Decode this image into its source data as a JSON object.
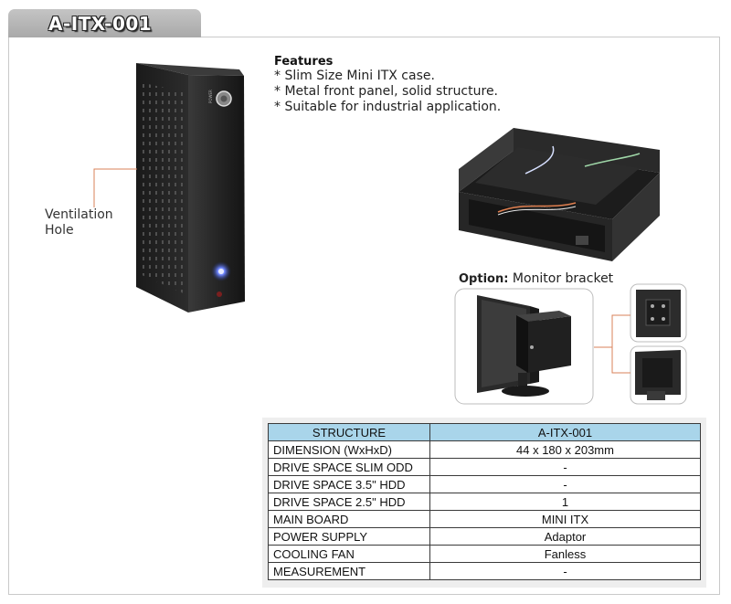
{
  "product": {
    "title": "A-ITX-001"
  },
  "features": {
    "heading": "Features",
    "items": [
      "* Slim Size Mini ITX case.",
      "* Metal front panel, solid structure.",
      "* Suitable for industrial application."
    ]
  },
  "case_callout": {
    "label_line1": "Ventilation",
    "label_line2": "Hole"
  },
  "case_front": {
    "power_text": "POWER"
  },
  "option": {
    "label": "Option:",
    "text": "Monitor bracket"
  },
  "spec_table": {
    "headers": [
      "STRUCTURE",
      "A-ITX-001"
    ],
    "rows": [
      {
        "key": "DIMENSION (WxHxD)",
        "value": "44 x 180 x 203mm"
      },
      {
        "key": "DRIVE SPACE SLIM ODD",
        "value": "-"
      },
      {
        "key": "DRIVE SPACE 3.5\" HDD",
        "value": "-"
      },
      {
        "key": "DRIVE SPACE 2.5\" HDD",
        "value": "1"
      },
      {
        "key": "MAIN BOARD",
        "value": "MINI ITX"
      },
      {
        "key": "POWER SUPPLY",
        "value": "Adaptor"
      },
      {
        "key": "COOLING FAN",
        "value": "Fanless"
      },
      {
        "key": "MEASUREMENT",
        "value": "-"
      }
    ]
  },
  "colors": {
    "header_fill": "#a9d5ea",
    "callout_line": "#d9825a",
    "led_blue": "#3b5bff",
    "tab_gray": "#b3b3b3"
  }
}
